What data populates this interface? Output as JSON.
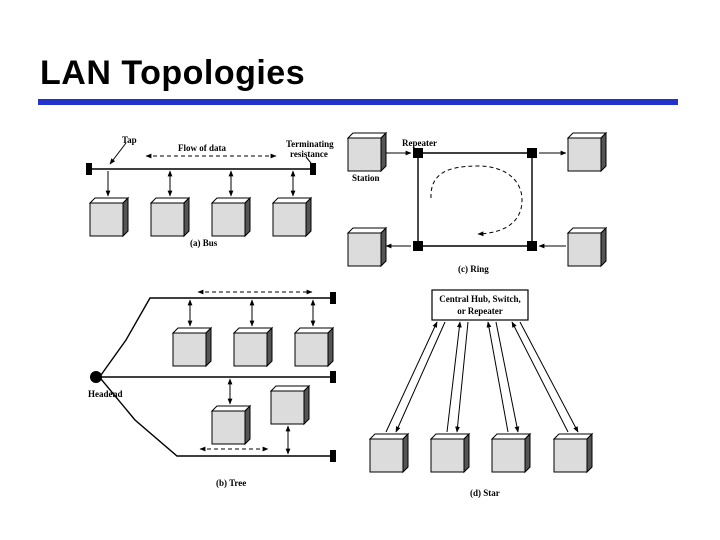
{
  "slide": {
    "title": "LAN Topologies",
    "accent_color": "#2233cc"
  },
  "bus": {
    "tap": "Tap",
    "flow": "Flow of data",
    "term1": "Terminating",
    "term2": "resistance",
    "caption": "(a) Bus"
  },
  "ring": {
    "repeater": "Repeater",
    "station": "Station",
    "caption": "(c) Ring"
  },
  "tree": {
    "headend": "Headend",
    "caption": "(b) Tree"
  },
  "star": {
    "hub1": "Central Hub, Switch,",
    "hub2": "or Repeater",
    "caption": "(d) Star"
  }
}
